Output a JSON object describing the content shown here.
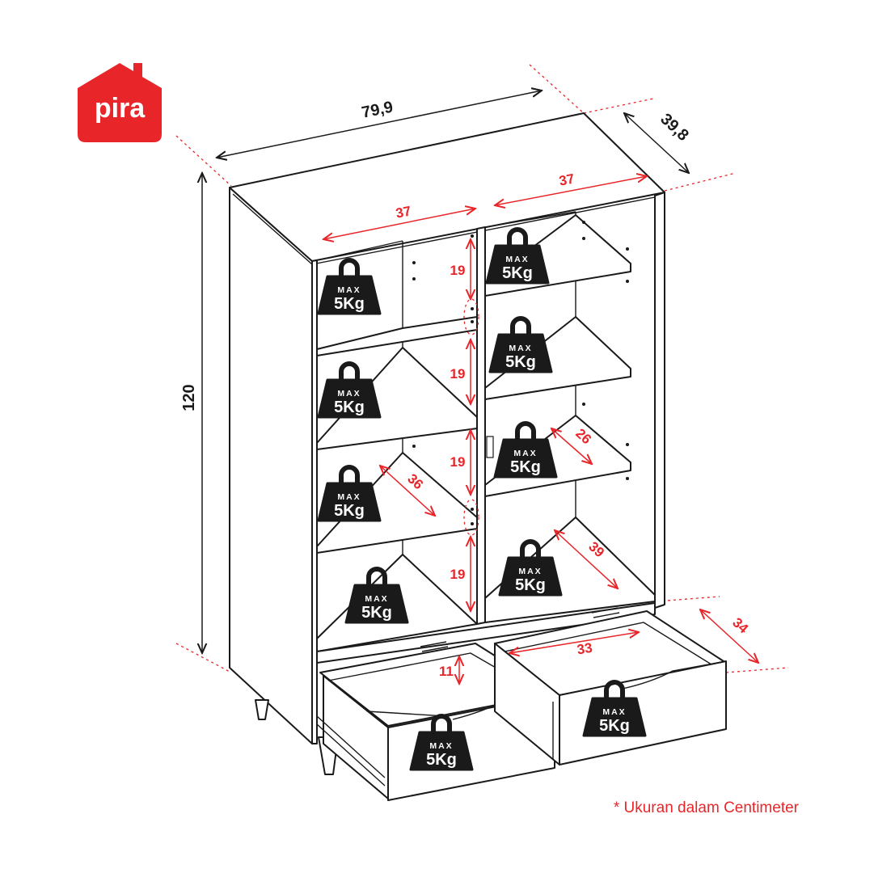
{
  "brand": {
    "name": "pira",
    "color": "#e8262a"
  },
  "overall_dimensions": {
    "width": "79,9",
    "depth": "39,8",
    "height": "120"
  },
  "inner_dimensions": {
    "left_top_width": "37",
    "right_top_width": "37",
    "shelf_gap_1": "19",
    "shelf_gap_2": "19",
    "shelf_gap_3": "19",
    "shelf_gap_4": "19",
    "left_shelf_depth": "36",
    "right_shelf_depth": "26",
    "bottom_compartment_depth": "39",
    "drawer_width": "33",
    "drawer_depth": "34",
    "drawer_height": "11"
  },
  "weight_badge": {
    "line1": "MAX",
    "line2": "5Kg",
    "color": "#1a1a1a"
  },
  "note": "* Ukuran dalam Centimeter",
  "colors": {
    "dimension_red": "#e8262a",
    "line": "#1a1a1a"
  }
}
